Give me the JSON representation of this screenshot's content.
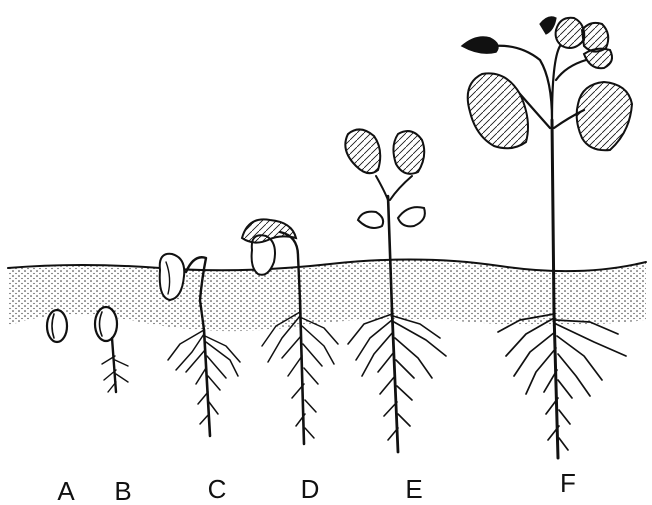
{
  "diagram": {
    "stages": [
      {
        "id": "A",
        "label": "A"
      },
      {
        "id": "B",
        "label": "B"
      },
      {
        "id": "C",
        "label": "C"
      },
      {
        "id": "D",
        "label": "D"
      },
      {
        "id": "E",
        "label": "E"
      },
      {
        "id": "F",
        "label": "F"
      }
    ]
  },
  "colors": {
    "ink": "#111111",
    "soil_dots": "#222222",
    "background": "#ffffff"
  }
}
